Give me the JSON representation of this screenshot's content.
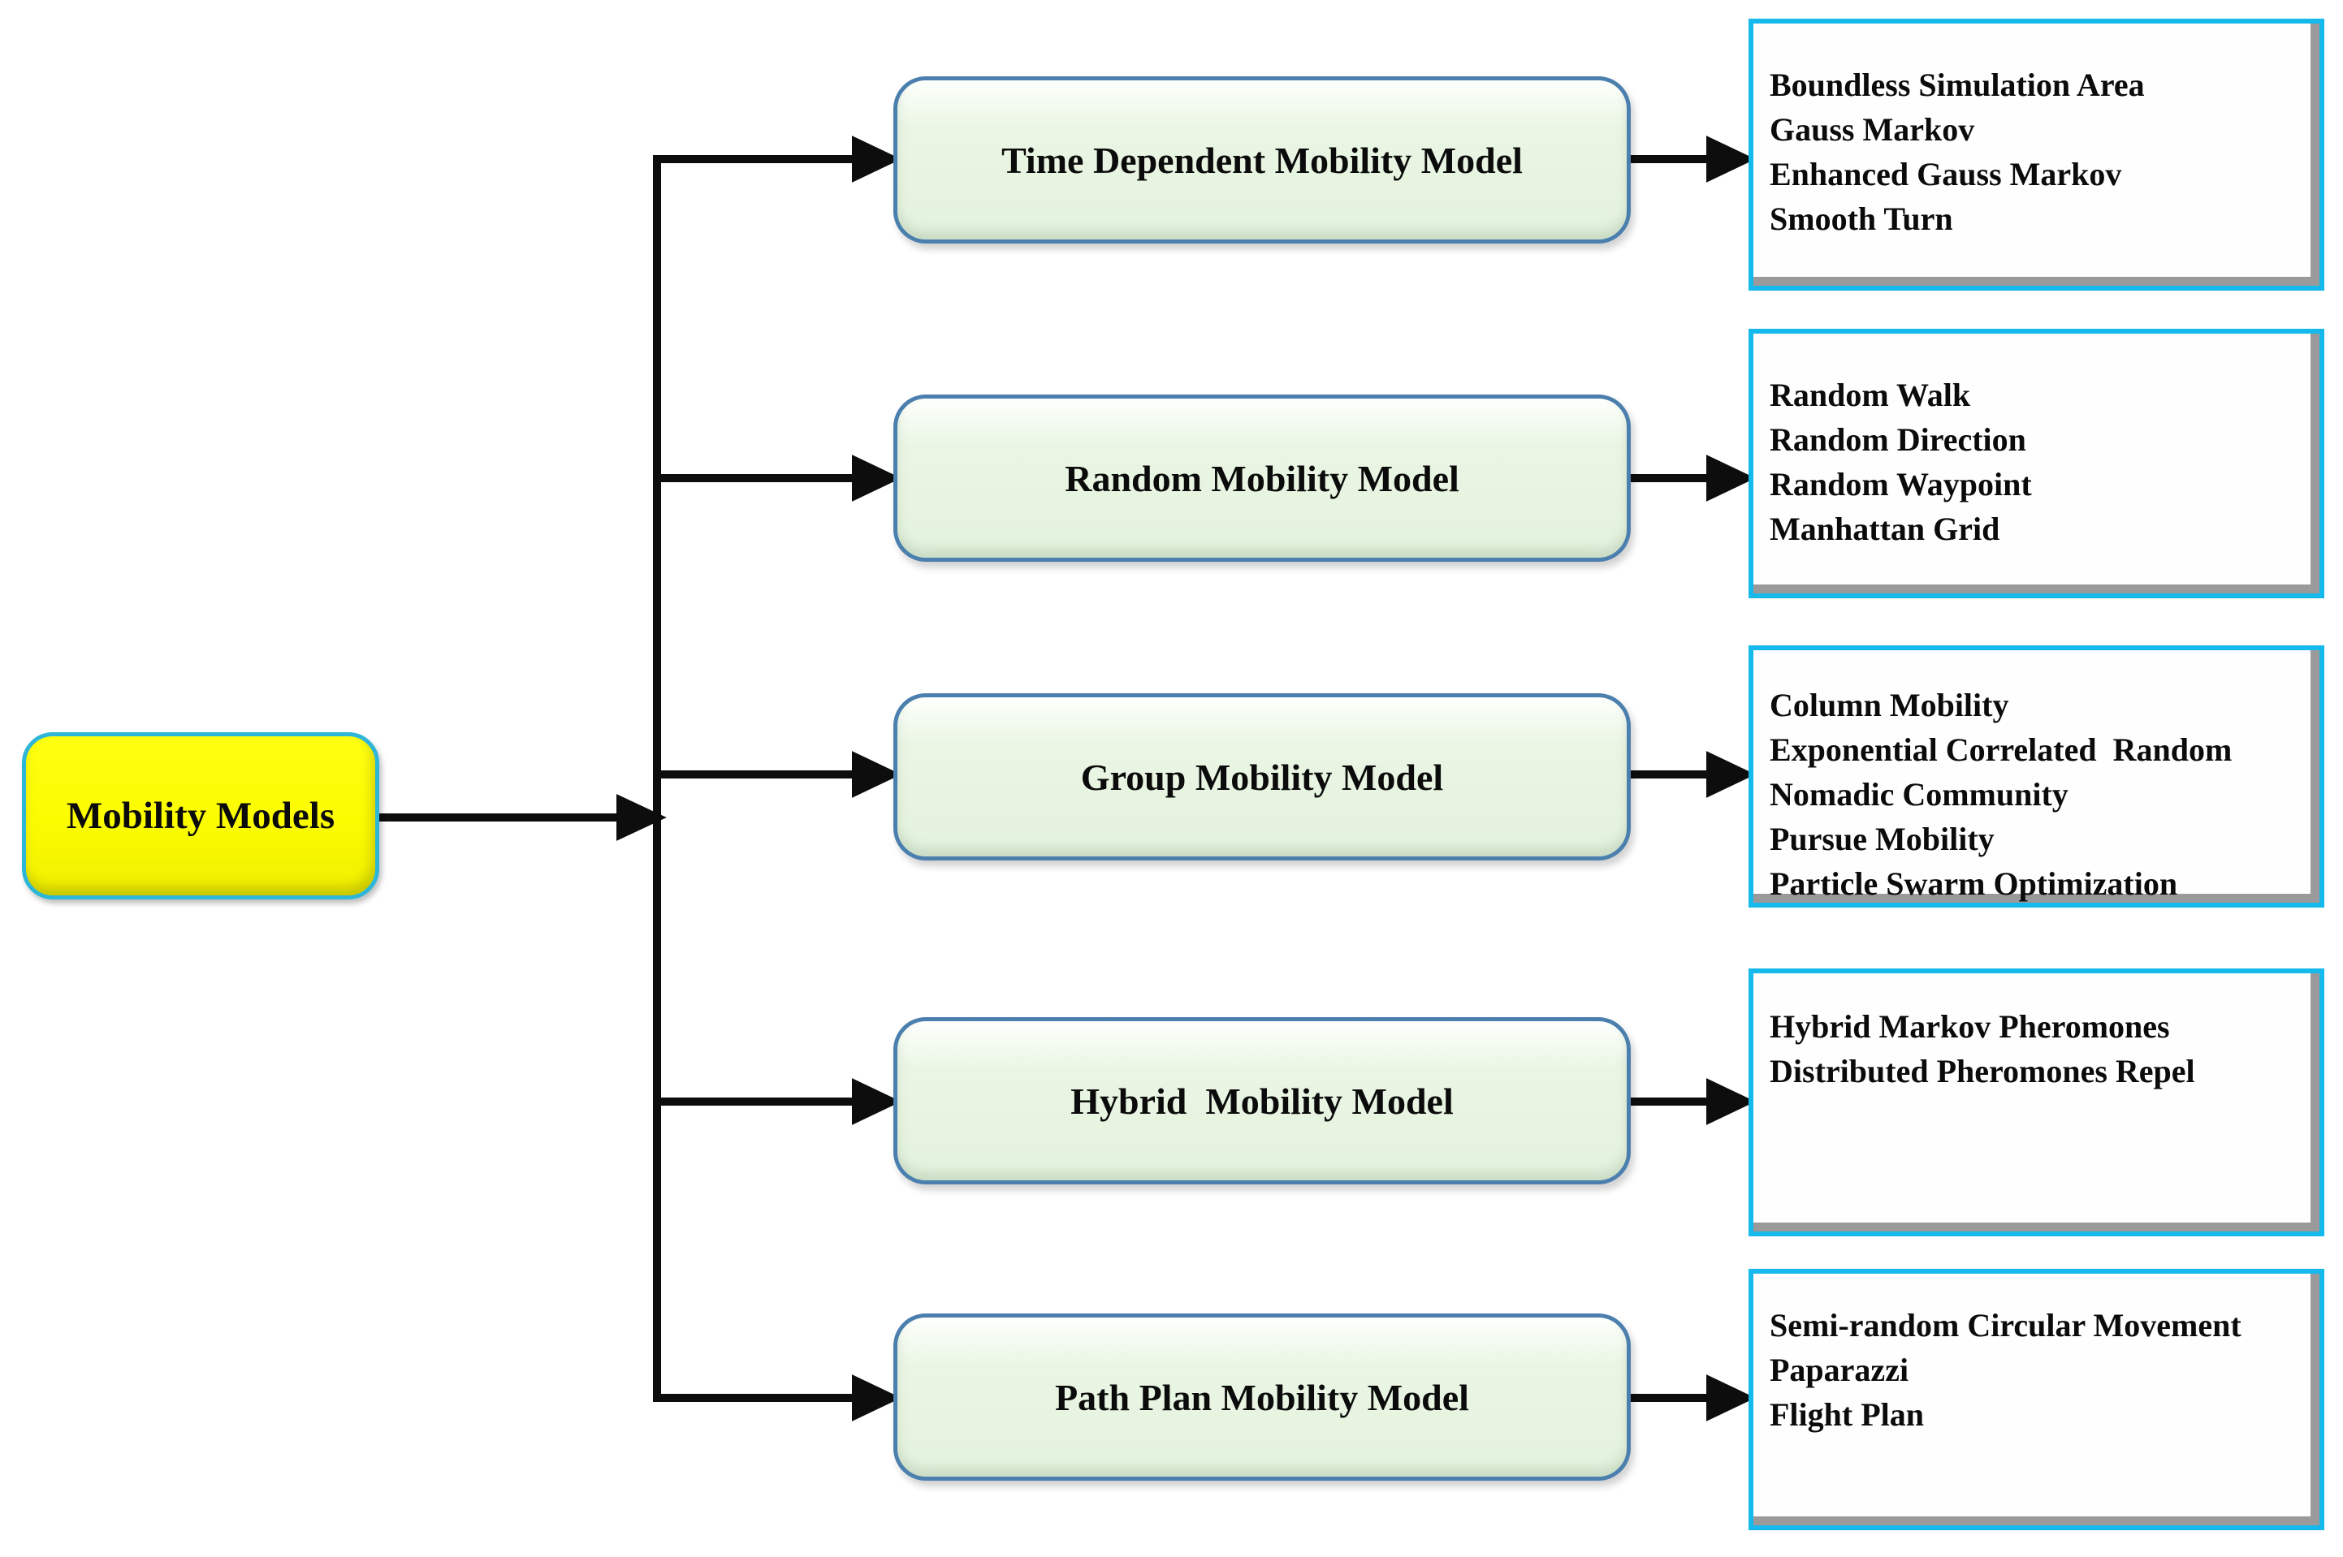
{
  "diagram": {
    "root": {
      "label": "Mobility Models"
    },
    "rows": [
      {
        "category": "Time Dependent Mobility Model",
        "items": [
          "Boundless Simulation Area",
          "Gauss Markov",
          "Enhanced Gauss Markov",
          "Smooth Turn"
        ]
      },
      {
        "category": "Random Mobility Model",
        "items": [
          "Random Walk",
          "Random Direction",
          "Random Waypoint",
          "Manhattan Grid"
        ]
      },
      {
        "category": "Group Mobility Model",
        "items": [
          "Column Mobility",
          "Exponential Correlated  Random",
          "Nomadic Community",
          "Pursue Mobility",
          "Particle Swarm Optimization"
        ]
      },
      {
        "category": "Hybrid  Mobility Model",
        "items": [
          "Hybrid Markov Pheromones",
          "Distributed Pheromones Repel"
        ]
      },
      {
        "category": "Path Plan Mobility Model",
        "items": [
          "Semi-random Circular Movement",
          "Paparazzi",
          "Flight Plan"
        ]
      }
    ],
    "colors": {
      "root_fill": "#fbfb00",
      "root_border": "#2eb6d8",
      "category_fill": "#e6f4e0",
      "category_border": "#4b7fae",
      "list_fill": "#fefefe",
      "list_border": "#15b9ec",
      "arrow": "#0d0d0d"
    }
  }
}
